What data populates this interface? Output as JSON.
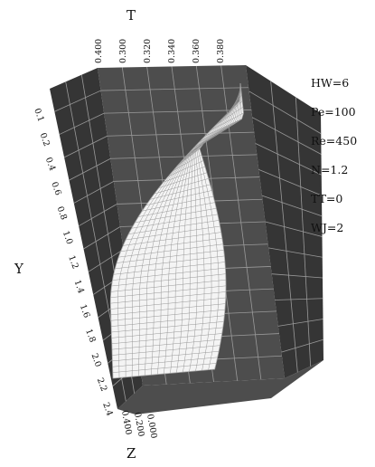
{
  "chart_data": {
    "type": "surface",
    "axes": {
      "T": {
        "label": "T",
        "ticks": [
          "0.400",
          "0.300",
          "0.320",
          "0.340",
          "0.360",
          "0.380"
        ]
      },
      "Y": {
        "label": "Y",
        "ticks": [
          "0.1",
          "0.2",
          "0.4",
          "0.6",
          "0.8",
          "1.0",
          "1.2",
          "1.4",
          "1.6",
          "1.8",
          "2.0",
          "2.2",
          "2.4"
        ]
      },
      "Z": {
        "label": "Z",
        "ticks": [
          "0.400",
          "0.200",
          "0.000"
        ]
      }
    },
    "parameters": [
      "HW=6",
      "Pe=100",
      "Re=450",
      "N=1.2",
      "TT=0",
      "WJ=2"
    ],
    "grid": true,
    "colors": {
      "wall": "#4d4d4d",
      "wall_dark": "#353535",
      "surface": "#f4f4f4",
      "grid": "#9a9a9a"
    }
  }
}
